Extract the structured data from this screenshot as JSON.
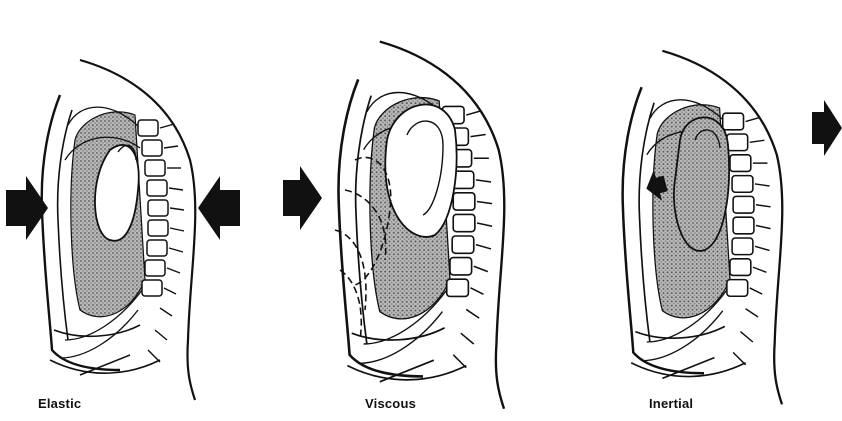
{
  "panels": [
    {
      "caption": "Elastic"
    },
    {
      "caption": "Viscous"
    },
    {
      "caption": "Inertial"
    }
  ],
  "style": {
    "ink": "#111111",
    "shade": "#9a9a9a",
    "paper": "#ffffff"
  }
}
